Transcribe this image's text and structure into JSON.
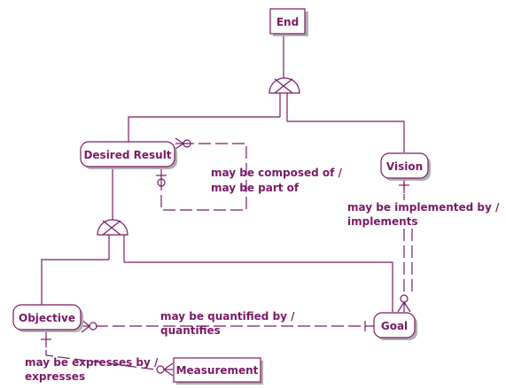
{
  "entities": {
    "end": "End",
    "desired_result": "Desired Result",
    "vision": "Vision",
    "objective": "Objective",
    "goal": "Goal",
    "measurement": "Measurement"
  },
  "relationships": {
    "self_composed_1": "may be composed of /",
    "self_composed_2": "may be part of",
    "implemented_1": "may be implemented by /",
    "implemented_2": "implements",
    "quantified_1": "may be quantified by /",
    "quantified_2": "quantifies",
    "expresses_1": "may be expresses by /",
    "expresses_2": "expresses"
  },
  "colors": {
    "stroke": "#7a1a66",
    "text": "#7a1a66",
    "background": "#ffffff"
  }
}
